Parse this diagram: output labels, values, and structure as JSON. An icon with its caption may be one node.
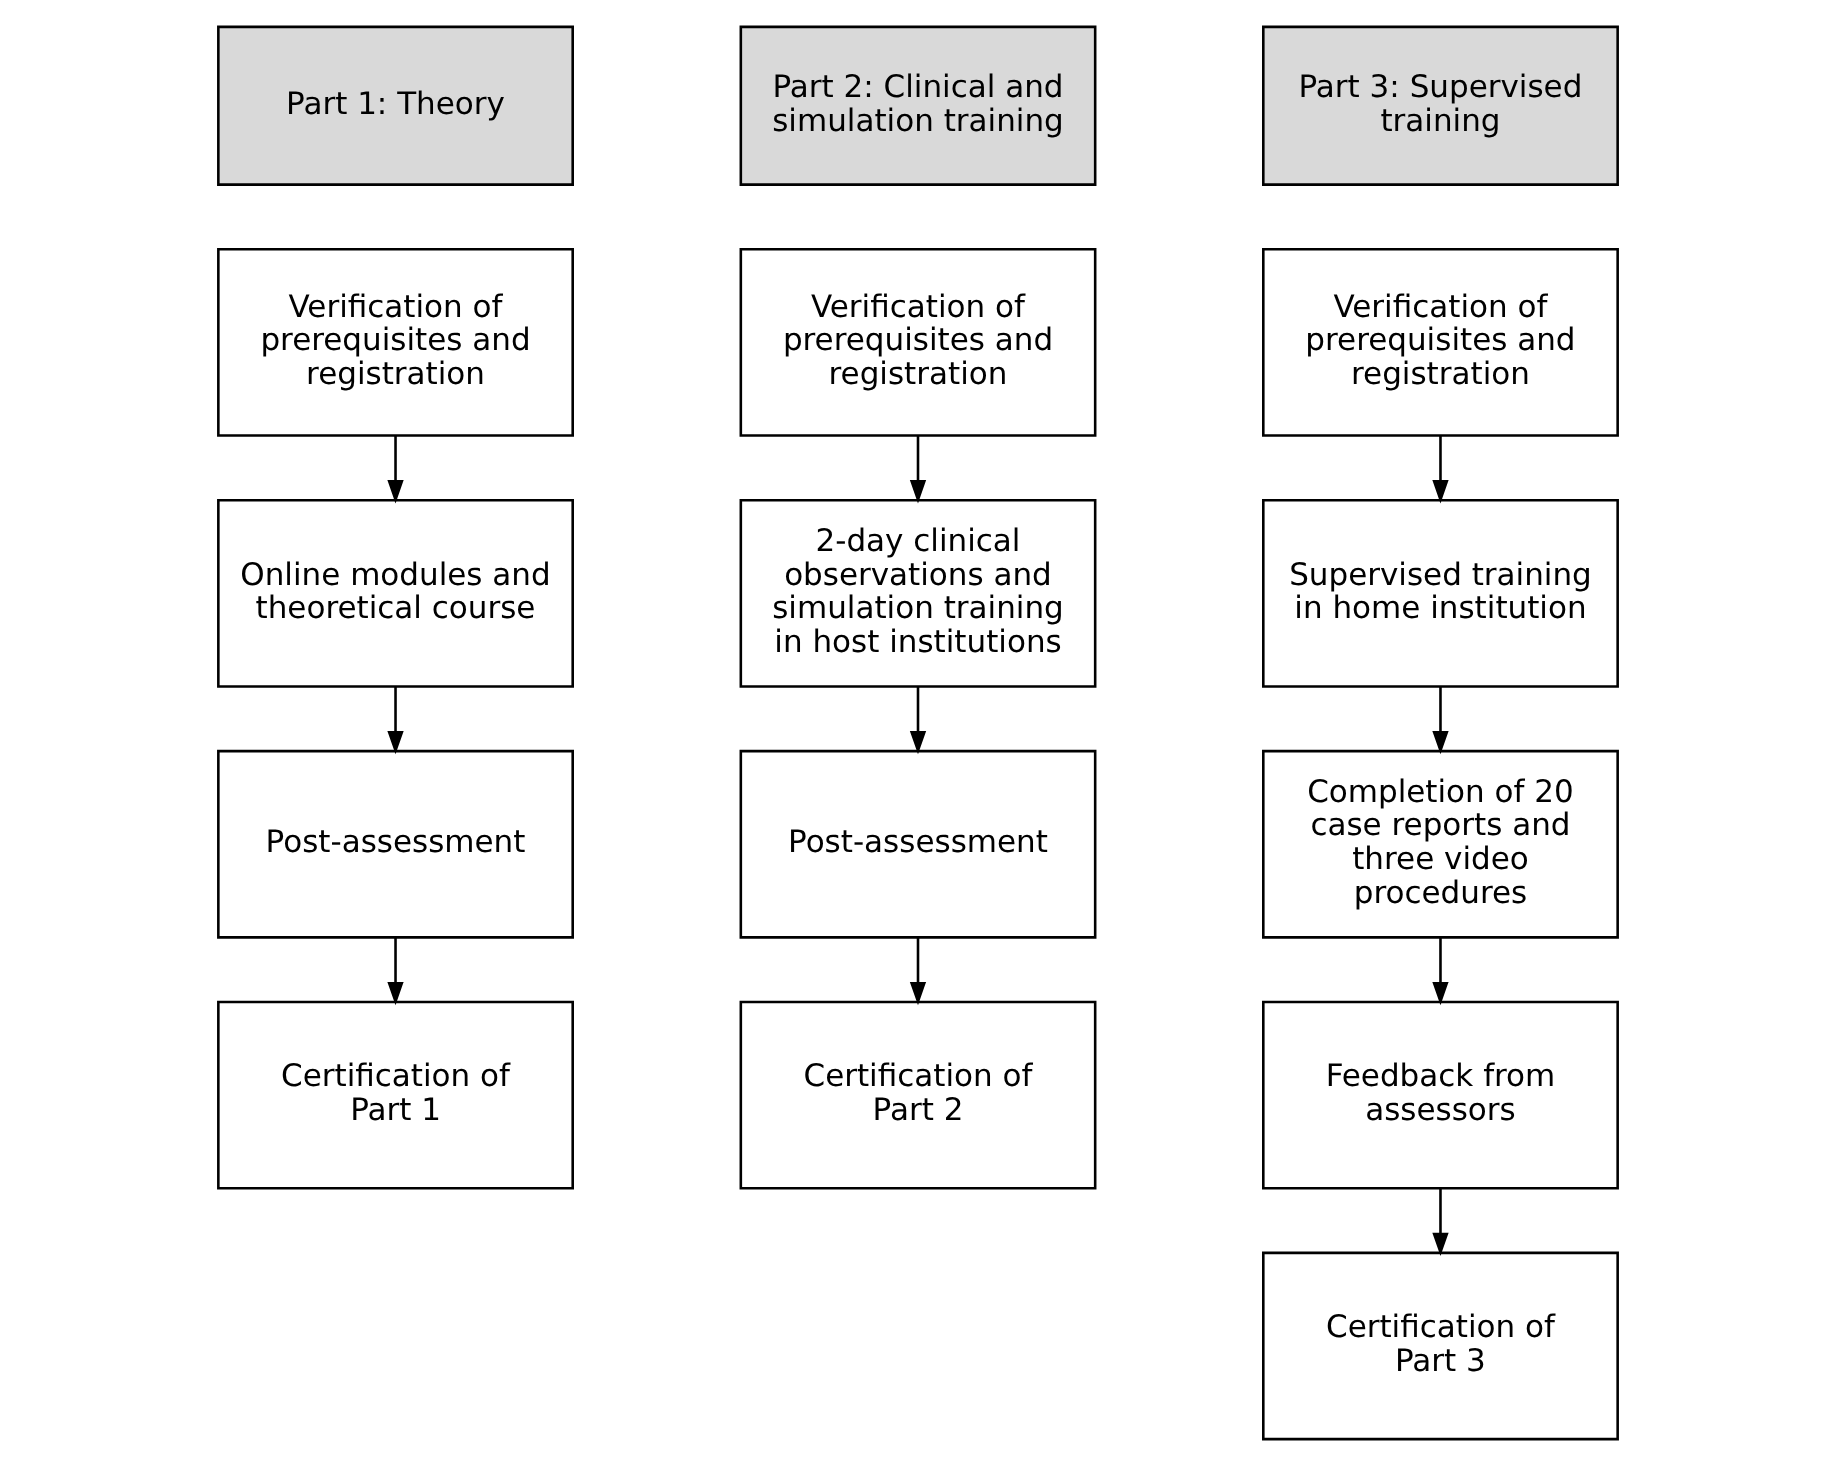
{
  "diagram": {
    "nodes": [
      {
        "text": [
          "Part 1: Theory"
        ]
      },
      {
        "text": [
          "Verification of prerequisites and registration"
        ]
      },
      {
        "text": [
          "Online modules and theoretical course"
        ]
      },
      {
        "text": [
          "Post-assessment"
        ]
      },
      {
        "text": [
          "Certification of Part 1"
        ]
      },
      {
        "text": [
          "Part 2: Clinical and simulation training"
        ]
      },
      {
        "text": [
          "Verification of prerequisites and registration"
        ]
      },
      {
        "text": [
          "2-day clinical observations and simulation training in host institutions"
        ]
      },
      {
        "text": [
          "Post-assessment"
        ]
      },
      {
        "text": [
          "Certification of Part 2"
        ]
      },
      {
        "text": [
          "Part 3: Supervised training"
        ]
      },
      {
        "text": [
          "Verification of prerequisites and registration"
        ]
      },
      {
        "text": [
          "Supervised training in home institution"
        ]
      },
      {
        "text": [
          "Completion of 20 case reports and three video procedures"
        ]
      },
      {
        "text": [
          "Feedback from assessors"
        ]
      },
      {
        "text": [
          "Certification of Part 3"
        ]
      }
    ],
    "edges": [
      {
        "from": 1,
        "to": 2,
        "arrow": "to"
      },
      {
        "from": 2,
        "to": 3,
        "arrow": "to"
      },
      {
        "from": 3,
        "to": 4,
        "arrow": "to"
      },
      {
        "from": 6,
        "to": 7,
        "arrow": "to"
      },
      {
        "from": 7,
        "to": 8,
        "arrow": "to"
      },
      {
        "from": 8,
        "to": 9,
        "arrow": "to"
      },
      {
        "from": 11,
        "to": 12,
        "arrow": "to"
      },
      {
        "from": 12,
        "to": 13,
        "arrow": "to"
      },
      {
        "from": 13,
        "to": 14,
        "arrow": "to"
      },
      {
        "from": 14,
        "to": 15,
        "arrow": "to"
      }
    ]
  }
}
